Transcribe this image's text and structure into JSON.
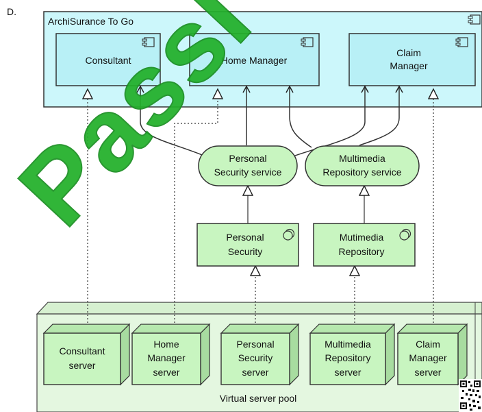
{
  "option_label": "D.",
  "group": {
    "title": "ArchiSurance To Go"
  },
  "components": [
    {
      "id": "consultant",
      "lines": [
        "Consultant"
      ]
    },
    {
      "id": "home-manager",
      "lines": [
        "Home Manager"
      ]
    },
    {
      "id": "claim-manager",
      "lines": [
        "Claim",
        "Manager"
      ]
    }
  ],
  "services": [
    {
      "id": "personal-security-service",
      "lines": [
        "Personal",
        "Security service"
      ]
    },
    {
      "id": "multimedia-repository-service",
      "lines": [
        "Multimedia",
        "Repository service"
      ]
    }
  ],
  "system_software": [
    {
      "id": "personal-security",
      "lines": [
        "Personal",
        "Security"
      ]
    },
    {
      "id": "multimedia-repository",
      "lines": [
        "Mutimedia",
        "Repository"
      ]
    }
  ],
  "pool": {
    "title": "Virtual server pool"
  },
  "servers": [
    {
      "id": "consultant-server",
      "lines": [
        "Consultant",
        "server"
      ]
    },
    {
      "id": "home-manager-server",
      "lines": [
        "Home",
        "Manager",
        "server"
      ]
    },
    {
      "id": "personal-security-server",
      "lines": [
        "Personal",
        "Security",
        "server"
      ]
    },
    {
      "id": "multimedia-repository-server",
      "lines": [
        "Multimedia",
        "Repository",
        "server"
      ]
    },
    {
      "id": "claim-manager-server",
      "lines": [
        "Claim",
        "Manager",
        "server"
      ]
    }
  ],
  "watermark": "PassI",
  "colors": {
    "cyan": "#ccf7fb",
    "green": "#c8f5c0",
    "pool": "#e4f7e0",
    "watermark": "#22b02a"
  }
}
